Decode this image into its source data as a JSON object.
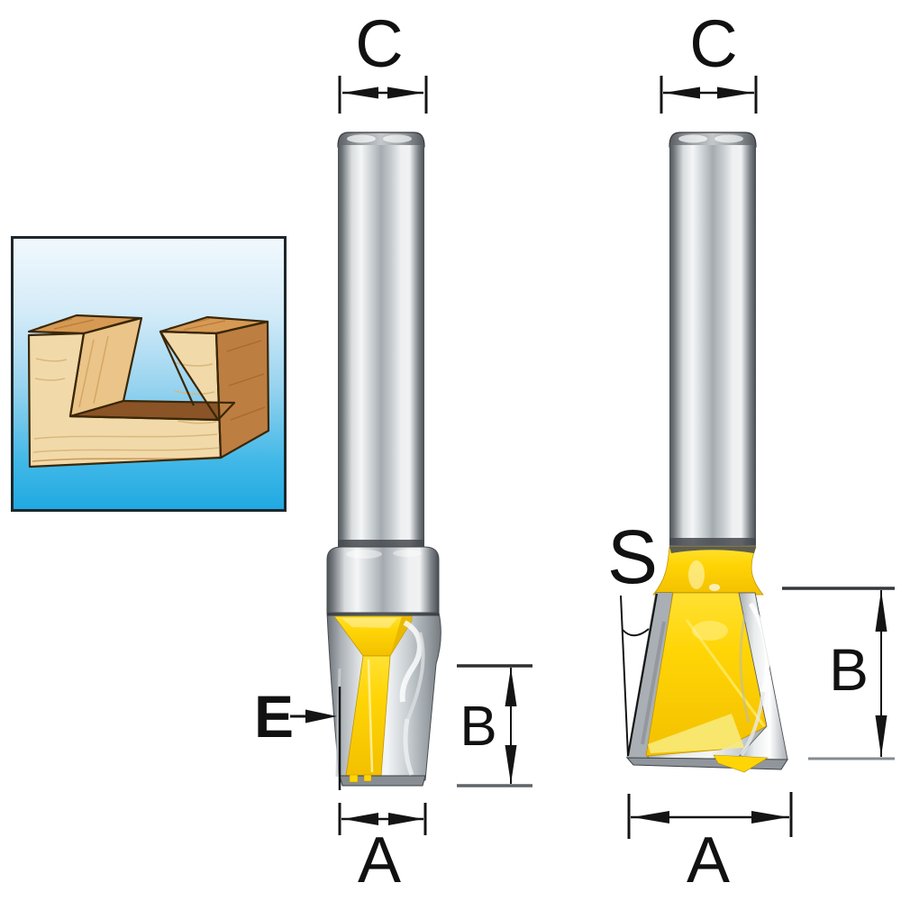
{
  "labels": {
    "c_left": "C",
    "c_right": "C",
    "e_left": "E",
    "b_left": "B",
    "b_right": "B",
    "s_right": "S",
    "a_left": "A",
    "a_right": "A"
  },
  "colors": {
    "background": "#ffffff",
    "dimension_line": "#141414",
    "cutter_yellow": "#ffd506",
    "cutter_yellow_dark": "#e5b400",
    "cutter_yellow_highlight": "#fff3a8",
    "steel_light": "#f4f6f7",
    "steel_mid": "#a4abb0",
    "steel_dark": "#4e5357",
    "inset_sky_top": "#f2f9fd",
    "inset_sky_bottom": "#1fa9e1",
    "wood_front": "#f2d9a9",
    "wood_top": "#d69a55",
    "wood_side": "#bd7e41",
    "wood_groove_wall": "#eac488",
    "wood_groove_floor": "#8a5426",
    "wood_outline": "#3a2708"
  }
}
